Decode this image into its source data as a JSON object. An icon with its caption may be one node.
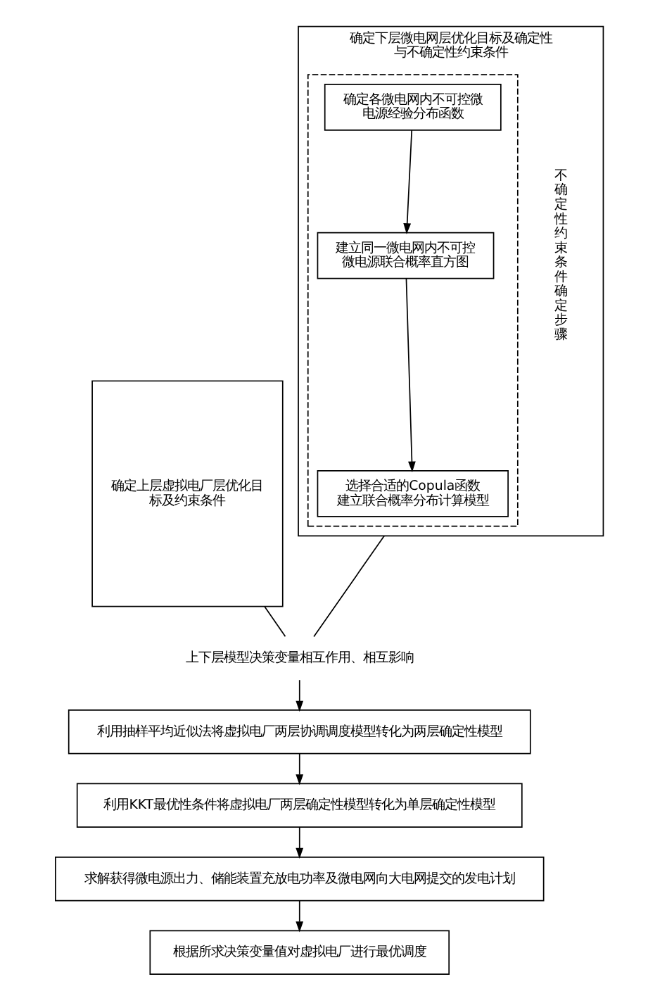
{
  "diagram": {
    "nodes": [
      {
        "text": [
          "确定上层虚拟电厂层优化目标及约束条件"
        ]
      },
      {
        "text": [
          "确定下层微电网层优化目标及确定性与不确定性约束条件"
        ]
      },
      {
        "text": [],
        "shape": "box",
        "in": 1,
        "beside": [
          "不确定性约束条件确定步骤"
        ]
      },
      {
        "text": [
          "确定各微电网内不可控微电源经验分布函数"
        ],
        "in": 2
      },
      {
        "text": [
          "建立同一微电网内不可控微电源联合概率直方图"
        ],
        "in": 2
      },
      {
        "text": [
          "选择合适的Copula函数建立联合概率分布计算模型"
        ],
        "in": 2
      },
      {
        "text": [
          "上下层模型决策变量相互作用、相互影响"
        ]
      },
      {
        "text": [
          "利用抽样平均近似法将虚拟电厂两层协调调度模型转化为两层确定性模型"
        ]
      },
      {
        "text": [
          "利用KKT最优性条件将虚拟电厂两层确定性模型转化为单层确定性模型"
        ]
      },
      {
        "text": [
          "求解获得微电源出力、储能装置充放电功率及微电网向大电网提交的发电计划"
        ]
      },
      {
        "text": [
          "根据所求决策变量值对虚拟电厂进行最优调度"
        ]
      }
    ],
    "edges": [
      {
        "from": 3,
        "to": 4,
        "arrow": "to"
      },
      {
        "from": 4,
        "to": 5,
        "arrow": "to"
      },
      {
        "from": 0,
        "to": 6,
        "arrow": "none"
      },
      {
        "from": 1,
        "to": 6,
        "arrow": "none"
      },
      {
        "from": 6,
        "to": 7,
        "arrow": "to"
      },
      {
        "from": 7,
        "to": 8,
        "arrow": "to"
      },
      {
        "from": 8,
        "to": 9,
        "arrow": "to"
      },
      {
        "from": 9,
        "to": 10,
        "arrow": "to"
      }
    ]
  }
}
